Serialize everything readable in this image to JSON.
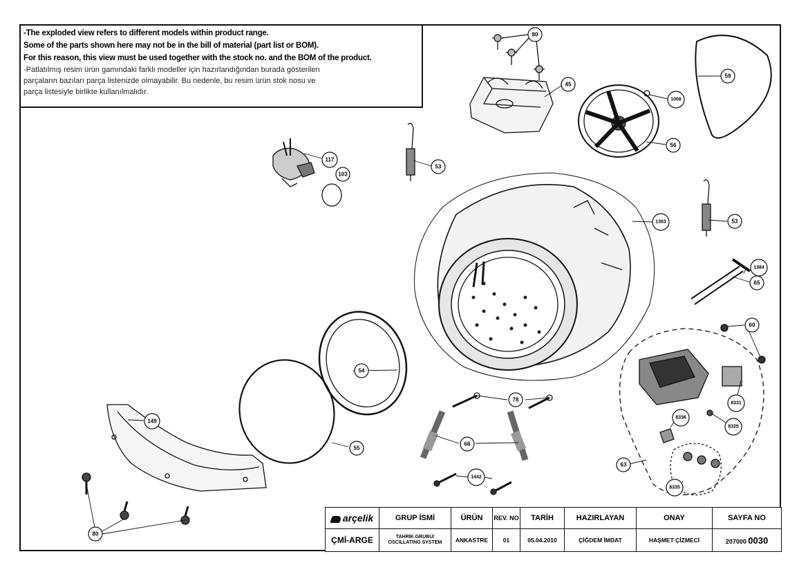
{
  "notes": {
    "en": [
      "-The exploded view refers to different models within product range.",
      " Some of the parts shown here may not be in the bill of material (part list or BOM).",
      " For this reason, this view must be used together with the stock no. and the BOM of the product."
    ],
    "tr": [
      "-Patlatılmış resim ürün gamındaki farklı modeller için hazırlandığından burada gösterilen",
      " parçaların bazıları parça listenizde olmayabilir. Bu nedenle, bu resim ürün stok nosu ve",
      " parça listesiyle birlikte kullanılmalıdır."
    ]
  },
  "callouts": {
    "c80a": "80",
    "c45": "45",
    "c1008": "1008",
    "c59": "59",
    "c56": "56",
    "c117": "117",
    "c103": "103",
    "c53a": "53",
    "c1363": "1363",
    "c53b": "53",
    "c1384": "1384",
    "c65": "65",
    "c60": "60",
    "c54": "54",
    "c78": "78",
    "c8331": "8331",
    "c8336": "8336",
    "c8325": "8325",
    "c149": "149",
    "c55": "55",
    "c66": "66",
    "c63": "63",
    "c8335": "8335",
    "c1442": "1442",
    "c80b": "80"
  },
  "title_block": {
    "brand": "arçelik",
    "headers": {
      "group": "GRUP İSMİ",
      "product": "ÜRÜN",
      "rev": "REV. NO",
      "date": "TARİH",
      "prepared": "HAZIRLAYAN",
      "approved": "ONAY",
      "page": "SAYFA NO"
    },
    "values": {
      "model": "ÇMİ-ARGE",
      "group": "TAHRİK GRUBU/ OSCILLATING SYSTEM",
      "product": "ANKASTRE",
      "rev": "01",
      "date": "05.04.2010",
      "prepared": "ÇİĞDEM İMDAT",
      "approved": "HAŞMET ÇİZMECİ",
      "page_prefix": "207000",
      "page_number": "0030"
    }
  }
}
